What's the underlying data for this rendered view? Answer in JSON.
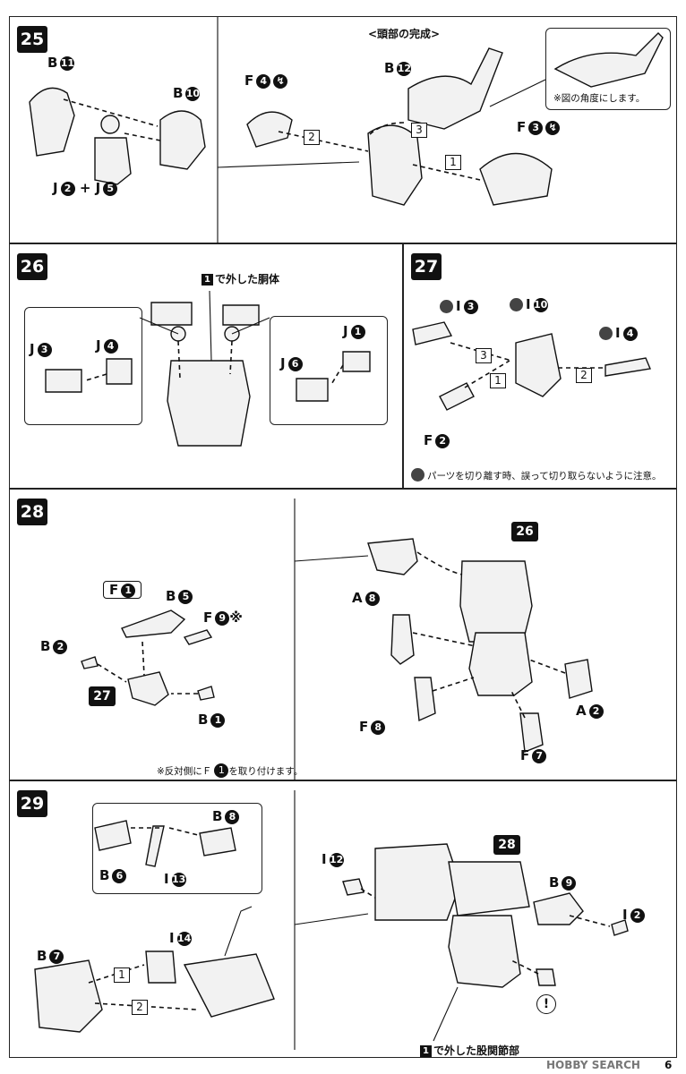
{
  "steps": {
    "s25": {
      "number": "25",
      "head_title": "<頭部の完成>",
      "labels": {
        "b11": {
          "letter": "B",
          "num": "11"
        },
        "b10": {
          "letter": "B",
          "num": "10"
        },
        "j2j5": {
          "a": "J",
          "anum": "2",
          "plus": "+",
          "b": "J",
          "bnum": "5"
        },
        "f4": {
          "letter": "F",
          "num": "4"
        },
        "b12": {
          "letter": "B",
          "num": "12"
        },
        "f3": {
          "letter": "F",
          "num": "3"
        }
      },
      "angle_note": "※図の角度にします。",
      "seq": [
        "2",
        "3",
        "1"
      ]
    },
    "s26": {
      "number": "26",
      "torso_note": "で外した胴体",
      "torso_num": "1",
      "labels": {
        "j3": {
          "letter": "J",
          "num": "3"
        },
        "j4": {
          "letter": "J",
          "num": "4"
        },
        "j1": {
          "letter": "J",
          "num": "1"
        },
        "j6": {
          "letter": "J",
          "num": "6"
        }
      }
    },
    "s27": {
      "number": "27",
      "labels": {
        "i3": {
          "letter": "I",
          "num": "3"
        },
        "i10": {
          "letter": "I",
          "num": "10"
        },
        "i4": {
          "letter": "I",
          "num": "4"
        },
        "f2": {
          "letter": "F",
          "num": "2"
        }
      },
      "seq": [
        "3",
        "1",
        "2"
      ],
      "caution": "パーツを切り離す時、誤って切り取らないように注意。"
    },
    "s28": {
      "number": "28",
      "labels": {
        "f1": {
          "letter": "F",
          "num": "1"
        },
        "b5": {
          "letter": "B",
          "num": "5"
        },
        "f9": {
          "letter": "F",
          "num": "9",
          "mark": "※"
        },
        "b2": {
          "letter": "B",
          "num": "2"
        },
        "b1": {
          "letter": "B",
          "num": "1"
        },
        "a8": {
          "letter": "A",
          "num": "8"
        },
        "f8": {
          "letter": "F",
          "num": "8"
        },
        "a2": {
          "letter": "A",
          "num": "2"
        },
        "f7": {
          "letter": "F",
          "num": "7"
        }
      },
      "ref27": "27",
      "ref26": "26",
      "note_pre": "※反対側にＦ",
      "note_num": "1",
      "note_post": "を取り付けます。"
    },
    "s29": {
      "number": "29",
      "labels": {
        "b8": {
          "letter": "B",
          "num": "8"
        },
        "b6": {
          "letter": "B",
          "num": "6"
        },
        "i13": {
          "letter": "I",
          "num": "13"
        },
        "i14": {
          "letter": "I",
          "num": "14"
        },
        "b7": {
          "letter": "B",
          "num": "7"
        },
        "i12": {
          "letter": "I",
          "num": "12"
        },
        "b9": {
          "letter": "B",
          "num": "9"
        },
        "i2": {
          "letter": "I",
          "num": "2"
        }
      },
      "ref28": "28",
      "seq": [
        "1",
        "2"
      ],
      "hip_num": "1",
      "hip_note": "で外した股関節部",
      "excl": "!"
    }
  },
  "footer": {
    "brand": "HOBBY SEARCH",
    "page": "6"
  }
}
